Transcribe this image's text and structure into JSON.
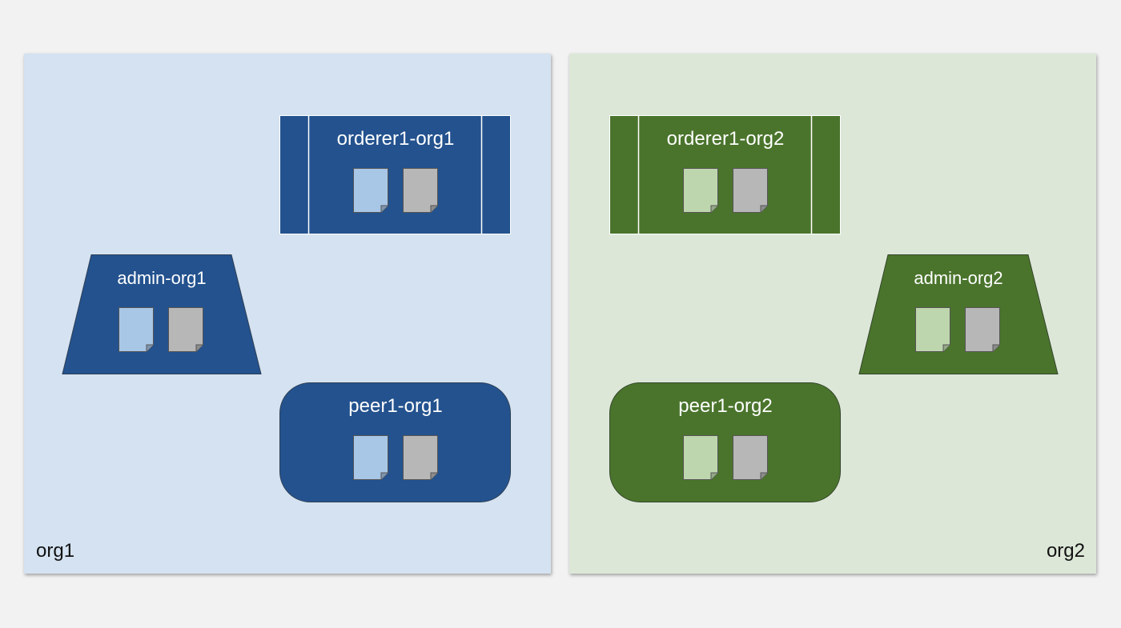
{
  "colors": {
    "page_bg": "#f2f2f2",
    "org1_panel": "#d4e2f1",
    "org2_panel": "#dce7d8",
    "org1_node": "#23528e",
    "org2_node": "#4a742c",
    "org1_doc": "#a8c6e6",
    "org2_doc": "#bdd6ad",
    "cert_doc": "#b7b7b7"
  },
  "orgs": [
    {
      "label": "org1",
      "nodes": {
        "orderer": {
          "label": "orderer1-org1",
          "icon": "orderer-node-shape"
        },
        "admin": {
          "label": "admin-org1",
          "icon": "admin-node-shape"
        },
        "peer": {
          "label": "peer1-org1",
          "icon": "peer-node-shape"
        }
      },
      "documents": [
        "key-document-icon",
        "certificate-document-icon"
      ]
    },
    {
      "label": "org2",
      "nodes": {
        "orderer": {
          "label": "orderer1-org2",
          "icon": "orderer-node-shape"
        },
        "admin": {
          "label": "admin-org2",
          "icon": "admin-node-shape"
        },
        "peer": {
          "label": "peer1-org2",
          "icon": "peer-node-shape"
        }
      },
      "documents": [
        "key-document-icon",
        "certificate-document-icon"
      ]
    }
  ]
}
